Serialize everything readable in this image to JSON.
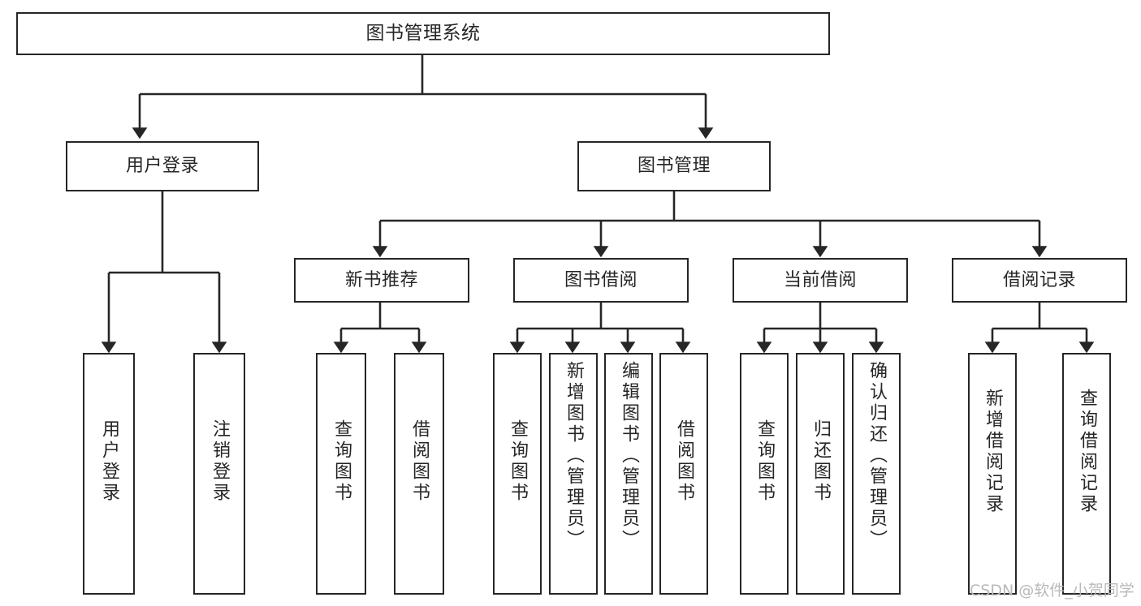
{
  "diagram": {
    "title": "图书管理系统",
    "type": "hierarchy-tree",
    "stroke_color": "#262626",
    "background_color": "#ffffff",
    "watermark": "CSDN @软件_小贺同学",
    "levels": {
      "root": {
        "label": "图书管理系统"
      },
      "level2": [
        {
          "label": "用户登录"
        },
        {
          "label": "图书管理"
        }
      ],
      "level3": [
        {
          "label": "新书推荐"
        },
        {
          "label": "图书借阅"
        },
        {
          "label": "当前借阅"
        },
        {
          "label": "借阅记录"
        }
      ],
      "leaves": {
        "user_login": [
          {
            "label": "用户登录"
          },
          {
            "label": "注销登录"
          }
        ],
        "new_book_recommend": [
          {
            "label": "查询图书"
          },
          {
            "label": "借阅图书"
          }
        ],
        "book_borrow": [
          {
            "label": "查询图书"
          },
          {
            "label": "新增图书（管理员）"
          },
          {
            "label": "编辑图书（管理员）"
          },
          {
            "label": "借阅图书"
          }
        ],
        "current_borrow": [
          {
            "label": "查询图书"
          },
          {
            "label": "归还图书"
          },
          {
            "label": "确认归还（管理员）"
          }
        ],
        "borrow_record": [
          {
            "label": "新增借阅记录"
          },
          {
            "label": "查询借阅记录"
          }
        ]
      }
    }
  }
}
